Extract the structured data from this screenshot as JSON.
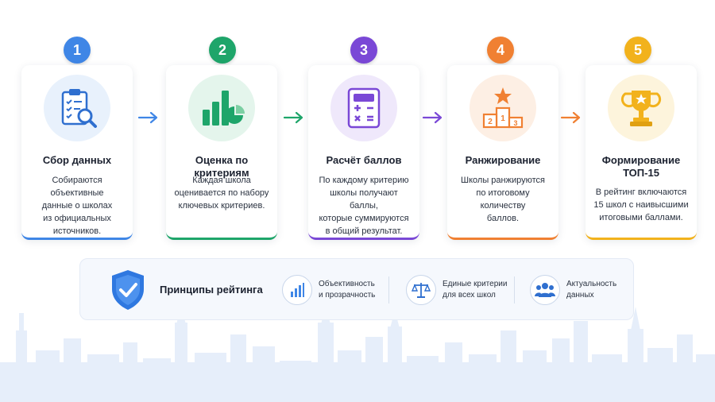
{
  "steps": [
    {
      "number": "1",
      "title": "Сбор данных",
      "title2": "",
      "desc": [
        "Собираются объективные",
        "данные о школах",
        "из официальных",
        "источников."
      ],
      "color": "#3f86e6",
      "bg": "#e8f1fc",
      "icon": "clipboard-magnifier-icon"
    },
    {
      "number": "2",
      "title": "Оценка по критериям",
      "title2": "",
      "desc": [
        "Каждая школа",
        "оценивается по набору",
        "ключевых критериев."
      ],
      "color": "#1ea56a",
      "bg": "#e4f5ec",
      "icon": "bar-pie-chart-icon"
    },
    {
      "number": "3",
      "title": "Расчёт баллов",
      "title2": "",
      "desc": [
        "По каждому критерию",
        "школы получают баллы,",
        "которые суммируются",
        "в общий результат."
      ],
      "color": "#7a48d6",
      "bg": "#efe8fb",
      "icon": "calculator-icon"
    },
    {
      "number": "4",
      "title": "Ранжирование",
      "title2": "",
      "desc": [
        "Школы ранжируются",
        "по итоговому количеству",
        "баллов."
      ],
      "color": "#f08032",
      "bg": "#fdefe4",
      "icon": "podium-star-icon"
    },
    {
      "number": "5",
      "title": "Формирование",
      "title2": "ТОП-15",
      "desc": [
        "В рейтинг включаются",
        "15 школ с наивысшими",
        "итоговыми баллами."
      ],
      "color": "#f2b21c",
      "bg": "#fdf4dc",
      "icon": "trophy-icon"
    }
  ],
  "principles": {
    "title": "Принципы рейтинга",
    "items": [
      {
        "line1": "Объективность",
        "line2": "и прозрачность",
        "icon": "bar-chart-icon"
      },
      {
        "line1": "Единые критерии",
        "line2": "для всех школ",
        "icon": "scales-icon"
      },
      {
        "line1": "Актуальность",
        "line2": "данных",
        "icon": "people-icon"
      }
    ]
  }
}
